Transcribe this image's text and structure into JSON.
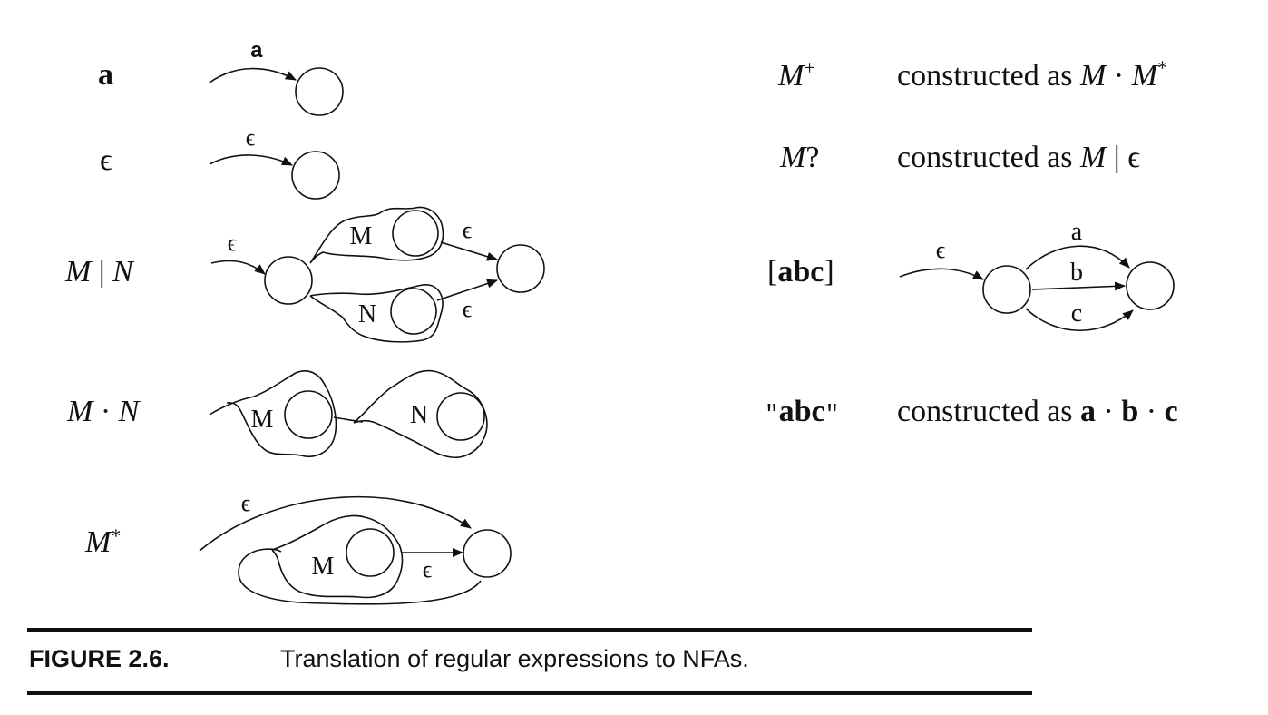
{
  "left_rows": {
    "r1": {
      "expr": "a",
      "edge_label": "a"
    },
    "r2": {
      "expr": "ϵ",
      "edge_label": "ϵ"
    },
    "r3": {
      "expr_m": "M",
      "expr_bar": "|",
      "expr_n": "N",
      "start_label": "ϵ",
      "sub_m": "M",
      "sub_n": "N",
      "out_m_label": "ϵ",
      "out_n_label": "ϵ"
    },
    "r4": {
      "expr_m": "M",
      "expr_dot": "·",
      "expr_n": "N",
      "sub_m": "M",
      "sub_n": "N"
    },
    "r5": {
      "expr_m": "M",
      "expr_star": "*",
      "loop_label": "ϵ",
      "sub_m": "M",
      "inner_label": "ϵ"
    }
  },
  "right_rows": {
    "plus": {
      "expr_m": "M",
      "expr_sup": "+",
      "prefix": "constructed as",
      "rhs_m1": "M",
      "rhs_dot": "·",
      "rhs_m2": "M",
      "rhs_sup": "*"
    },
    "opt": {
      "expr_m": "M",
      "expr_q": "?",
      "prefix": "constructed as",
      "rhs_m": "M",
      "rhs_bar": "|",
      "rhs_eps": "ϵ"
    },
    "class": {
      "open": "[",
      "chars": "abc",
      "close": "]",
      "start_label": "ϵ",
      "edge_a": "a",
      "edge_b": "b",
      "edge_c": "c"
    },
    "string": {
      "q1": "\"",
      "chars": "abc",
      "q2": "\"",
      "prefix": "constructed as",
      "a": "a",
      "dot1": "·",
      "b": "b",
      "dot2": "·",
      "c": "c"
    }
  },
  "caption": {
    "number": "FIGURE 2.6.",
    "text": "Translation of regular expressions to NFAs."
  }
}
